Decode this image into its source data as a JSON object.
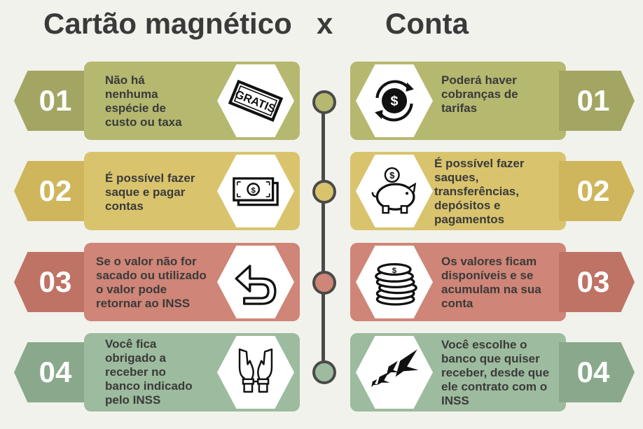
{
  "header": {
    "left_title": "Cartão magnético",
    "separator": "x",
    "right_title": "Conta"
  },
  "colors": {
    "row1": "#b5b86f",
    "row2": "#d9c46d",
    "row3": "#cf8577",
    "row4": "#9dbb9e",
    "row1_tab": "#a3a663",
    "row2_tab": "#cfb65c",
    "row3_tab": "#bf7365",
    "row4_tab": "#8aa98c"
  },
  "left": [
    {
      "number": "01",
      "text": "Não há\nnenhuma\nespécie de\ncusto ou taxa",
      "icon": "gratis-stamp-icon"
    },
    {
      "number": "02",
      "text": "É possível fazer\nsaque e pagar\ncontas",
      "icon": "money-bills-icon"
    },
    {
      "number": "03",
      "text": "Se o valor não for\nsacado ou utilizado\no valor pode\nretornar ao INSS",
      "icon": "return-arrow-icon"
    },
    {
      "number": "04",
      "text": "Você fica\nobrigado a\nreceber no\nbanco indicado\npelo INSS",
      "icon": "handcuffs-icon"
    }
  ],
  "right": [
    {
      "number": "01",
      "text": "Poderá haver\ncobranças de\ntarifas",
      "icon": "recurring-payment-icon"
    },
    {
      "number": "02",
      "text": "É possível fazer\nsaques,\ntransferências,\ndepósitos e\npagamentos",
      "icon": "piggy-bank-icon"
    },
    {
      "number": "03",
      "text": "Os valores ficam\ndisponíveis e se\nacumulam na sua\nconta",
      "icon": "coin-stack-icon"
    },
    {
      "number": "04",
      "text": "Você escolhe o\nbanco que quiser\nreceber, desde que\nele contrato com o\nINSS",
      "icon": "flying-birds-icon"
    }
  ]
}
